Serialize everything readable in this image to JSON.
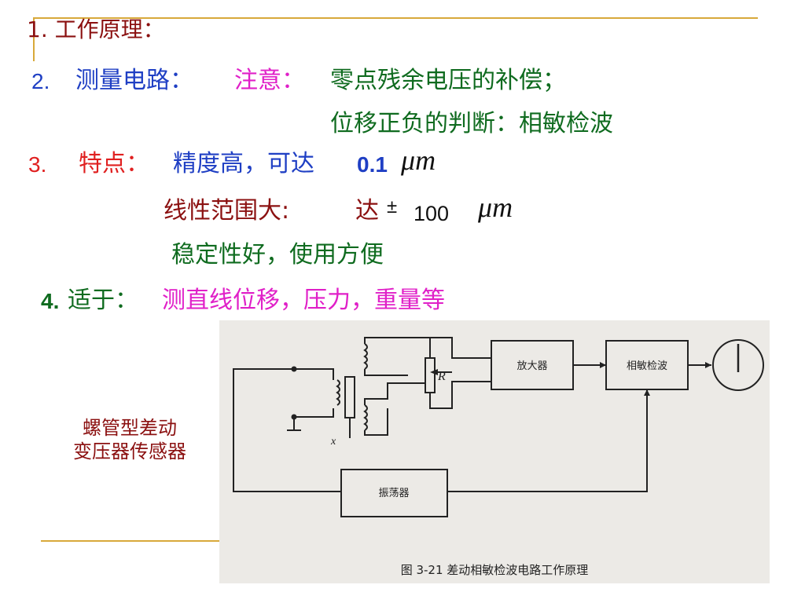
{
  "item1": {
    "label": "1. 工作原理："
  },
  "item2": {
    "number": "2.",
    "label": "测量电路：",
    "note": "注意：",
    "line1": "零点残余电压的补偿；",
    "line2": "位移正负的判断：相敏检波"
  },
  "item3": {
    "number": "3.",
    "label": "特点：",
    "accuracy_text": "精度高，可达",
    "accuracy_value": "0.1",
    "unit": "μm",
    "range_label": "线性范围大:",
    "range_text": "达",
    "range_pm": "±",
    "range_value": "100",
    "range_unit": "μm",
    "stability": "稳定性好，使用方便"
  },
  "item4": {
    "number": "4.",
    "label": "适于：",
    "uses": "测直线位移，压力，重量等"
  },
  "side_caption": {
    "line1": "螺管型差动",
    "line2": "变压器传感器"
  },
  "figure": {
    "amplifier": "放大器",
    "phase_detector": "相敏检波",
    "oscillator": "振荡器",
    "resistor": "R",
    "displacement": "x",
    "caption": "图 3-21    差动相敏检波电路工作原理"
  },
  "colors": {
    "accent_rule": "#d8a93a",
    "heading": "#8b1010",
    "blue": "#1f3fc4",
    "magenta": "#e020c8",
    "green": "#0f6b1f",
    "red": "#e02020"
  }
}
